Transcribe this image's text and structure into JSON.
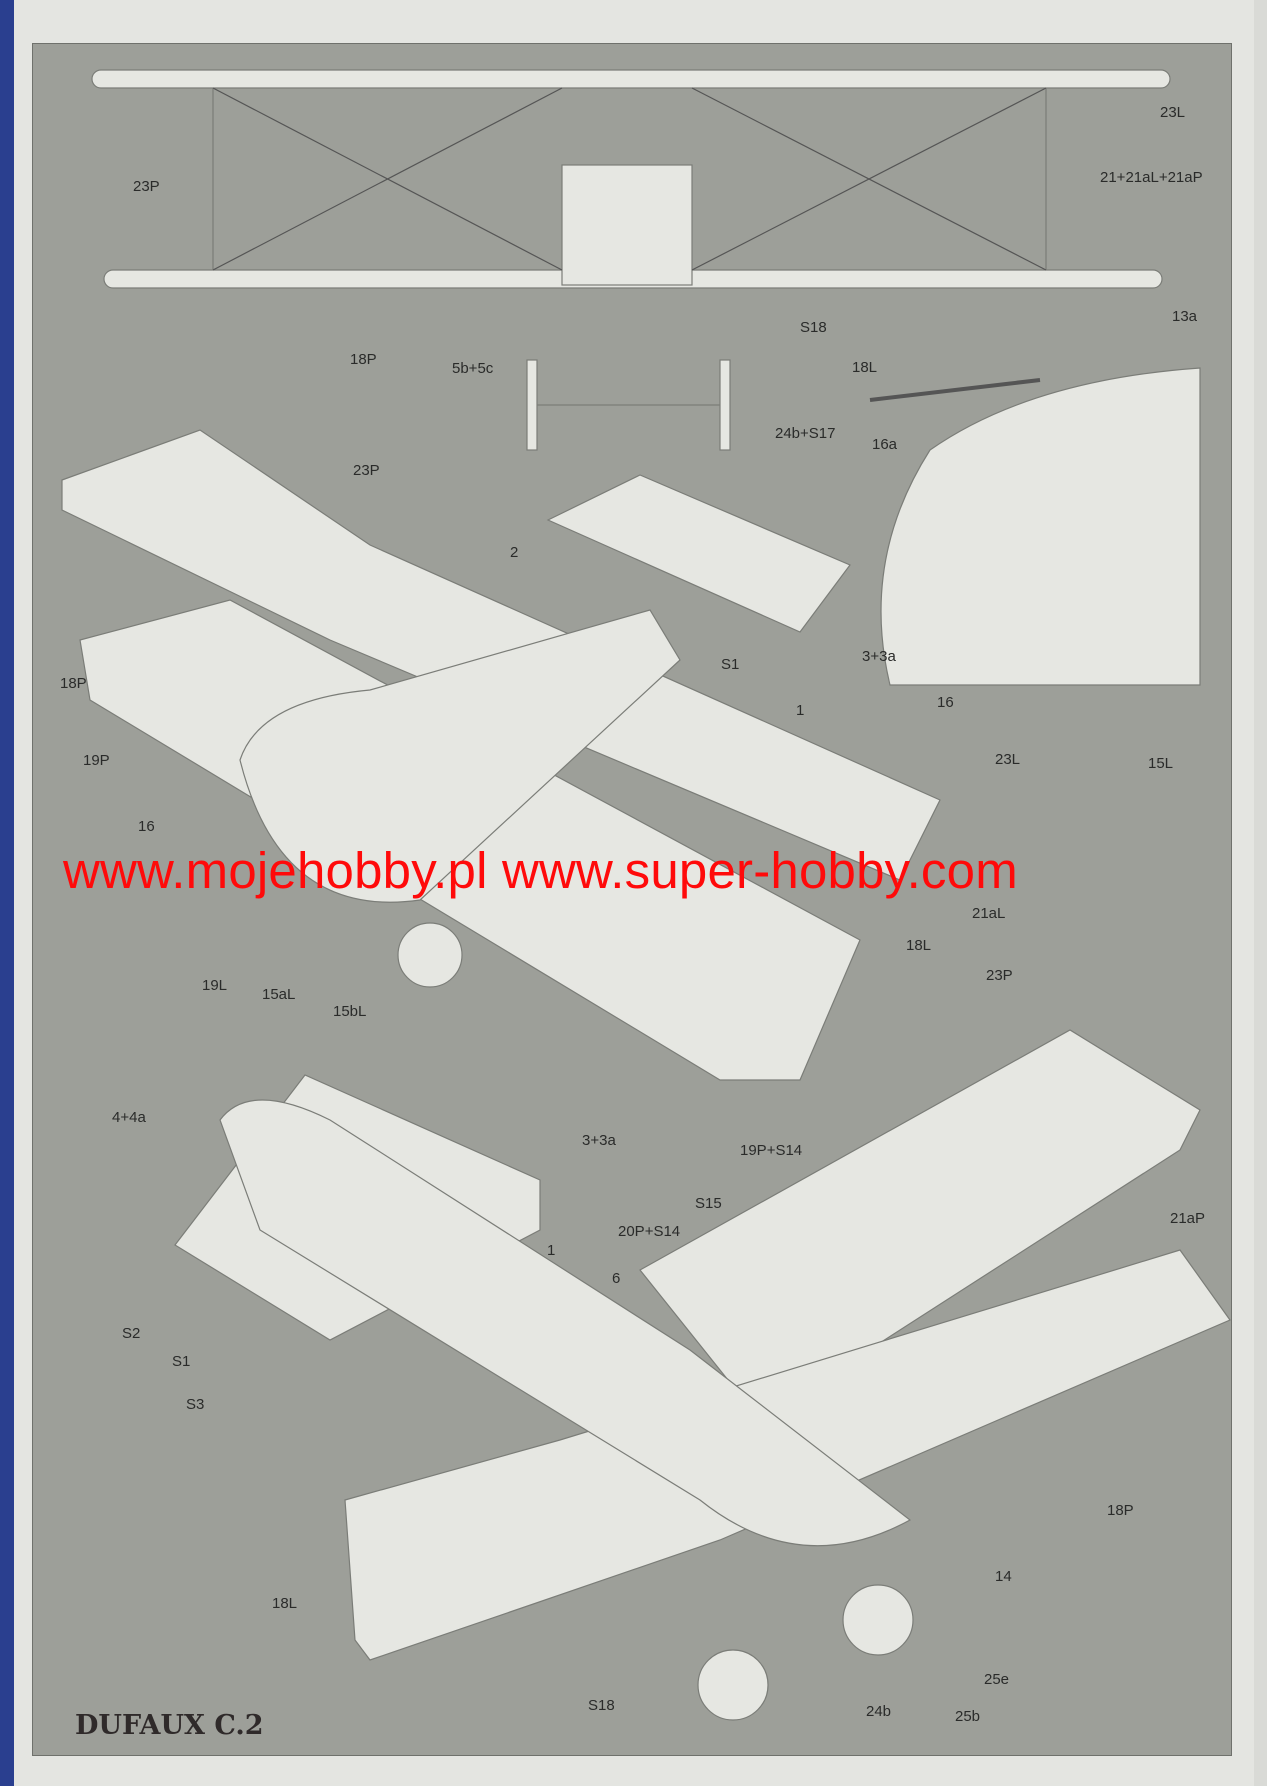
{
  "title": "DUFAUX C.2",
  "watermark": "www.mojehobby.pl www.super-hobby.com",
  "colors": {
    "panel": "#9d9f99",
    "parts": "#e6e7e2",
    "watermark": "#ff0a0a"
  },
  "front_view": {
    "labels": [
      "23P",
      "23L",
      "21+21aL+21aP",
      "18P",
      "5b+5c",
      "S18",
      "18L",
      "24b+S17"
    ]
  },
  "cockpit_detail": {
    "labels": [
      "13a",
      "16a",
      "16",
      "15L"
    ]
  },
  "top_iso_view": {
    "labels": [
      "23P",
      "2",
      "3+3a",
      "S1",
      "1",
      "18P",
      "19P",
      "23L",
      "16",
      "21aL",
      "19L",
      "15aL",
      "15bL",
      "18L"
    ]
  },
  "bottom_iso_view": {
    "labels": [
      "23P",
      "4+4a",
      "3+3a",
      "19P+S14",
      "S15",
      "20P+S14",
      "21aP",
      "1",
      "6",
      "S2",
      "S1",
      "S3",
      "18P",
      "14",
      "18L",
      "S18",
      "24b",
      "25e",
      "25b"
    ]
  }
}
